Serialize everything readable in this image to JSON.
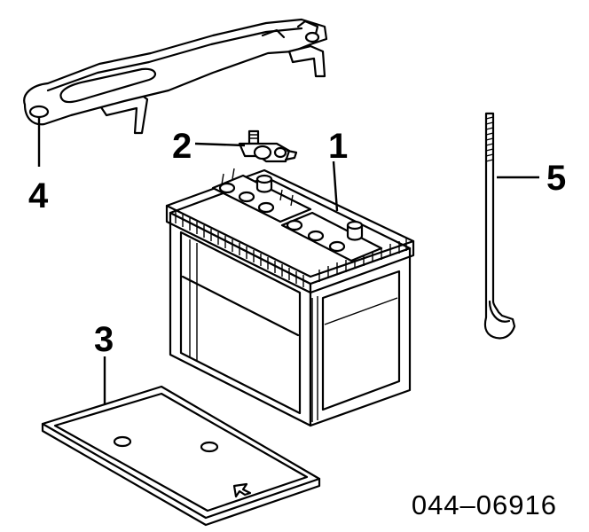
{
  "diagram": {
    "callouts": [
      {
        "id": "callout-1",
        "text": "1"
      },
      {
        "id": "callout-2",
        "text": "2"
      },
      {
        "id": "callout-3",
        "text": "3"
      },
      {
        "id": "callout-4",
        "text": "4"
      },
      {
        "id": "callout-5",
        "text": "5"
      }
    ],
    "part_code": "044–06916"
  }
}
